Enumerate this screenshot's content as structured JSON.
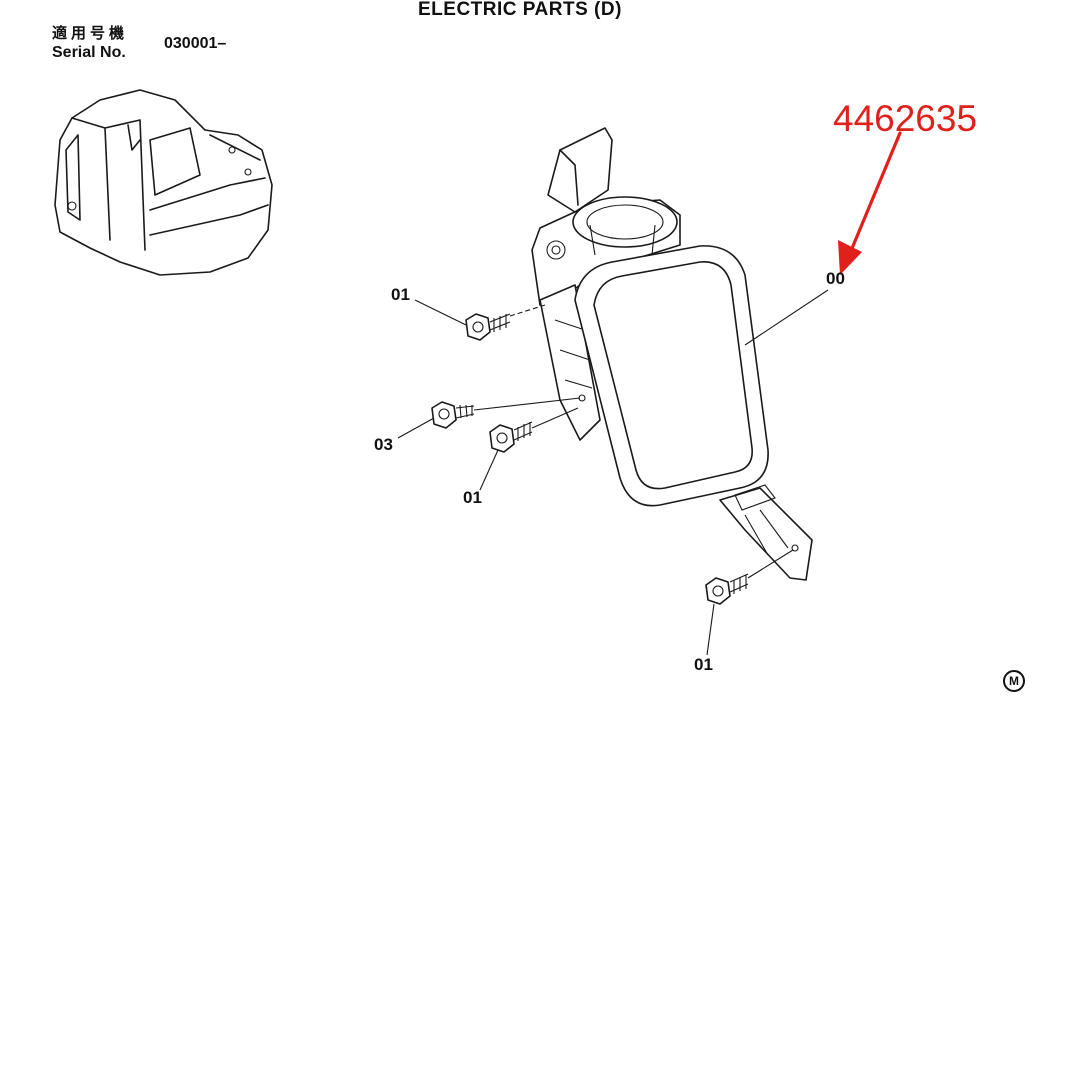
{
  "header": {
    "title": "ELECTRIC PARTS (D)",
    "serial_label_cn": "適用号機",
    "serial_label_en": "Serial No.",
    "serial_value": "030001–"
  },
  "callouts": {
    "c_mirror": "00",
    "c_bolt_top": "01",
    "c_bolt_mid": "01",
    "c_bolt_bottom": "01",
    "c_screw": "03"
  },
  "annotation": {
    "part_number": "4462635",
    "color": "#e0201b"
  },
  "mark": "M"
}
